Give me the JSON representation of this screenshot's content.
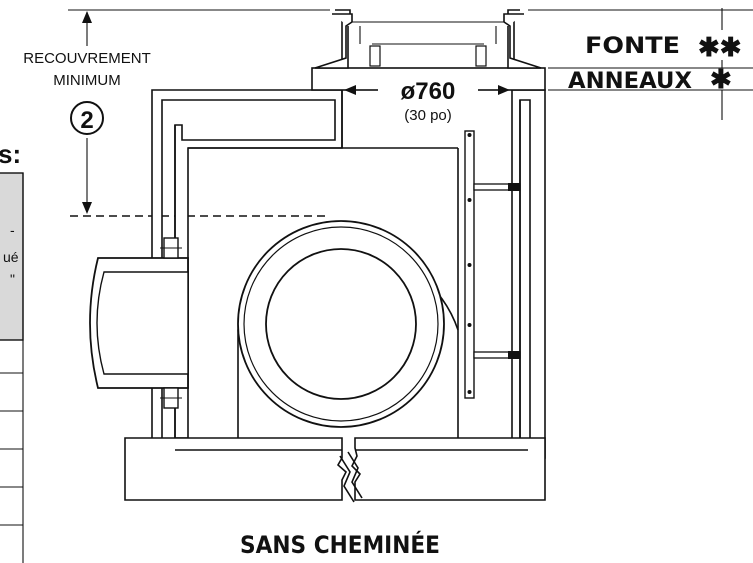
{
  "labels": {
    "cover_line1": "RECOUVREMENT",
    "cover_line2": "MINIMUM",
    "cover_number": "2",
    "section_fragment": "s:",
    "diameter": "ø760",
    "diameter_imperial": "(30 po)",
    "fonte": "FONTE",
    "fonte_mark": "✱✱",
    "anneaux": "ANNEAUX",
    "anneaux_mark": "✱",
    "table_fragment_1": "-",
    "table_fragment_2": "ué",
    "table_fragment_3": "\"",
    "caption": "SANS CHEMINÉE"
  },
  "colors": {
    "ink": "#111111",
    "table_header": "#d9d9d9"
  },
  "icons": {
    "asterisk": "asterisk-icon"
  }
}
